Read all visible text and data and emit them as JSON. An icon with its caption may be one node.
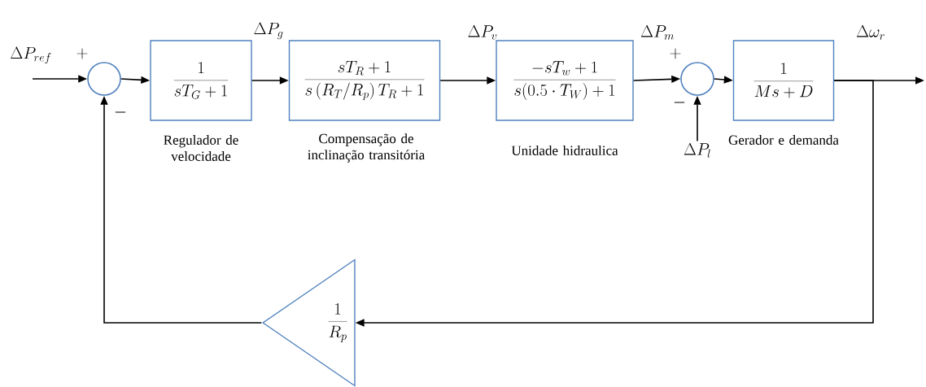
{
  "diagram": {
    "nodes": [
      {
        "text": [],
        "shape": "circle"
      },
      {
        "text": [
          "\\frac{1}{sT_G + 1}"
        ],
        "beside": [
          "Regulador de velocidade"
        ]
      },
      {
        "text": [
          "\\frac{sT_R + 1}{s\\left(R_T/R_p\\right)T_R + 1}"
        ],
        "beside": [
          "Compensação de inclinação transitória"
        ]
      },
      {
        "text": [
          "\\frac{-sT_w + 1}{s(0.5 \\cdot T_W) + 1}"
        ],
        "beside": [
          "Unidade hidraulica"
        ]
      },
      {
        "text": [],
        "shape": "circle"
      },
      {
        "text": [
          "\\Delta P_l"
        ]
      },
      {
        "text": [
          "\\frac{1}{Ms + D}"
        ],
        "beside": [
          "Gerador e demanda"
        ]
      },
      {
        "text": [
          "\\frac{1}{R_p}"
        ]
      }
    ],
    "edges": [
      {
        "from": null,
        "to": 0,
        "arrow": "to"
      },
      {
        "from": 0,
        "to": 1,
        "arrow": "to"
      },
      {
        "from": 1,
        "to": 2,
        "arrow": "to"
      },
      {
        "from": 2,
        "to": 3,
        "arrow": "to"
      },
      {
        "from": 3,
        "to": 4,
        "arrow": "to"
      },
      {
        "from": 5,
        "to": 4,
        "arrow": "to"
      },
      {
        "from": 4,
        "to": 6,
        "arrow": "to"
      },
      {
        "from": 6,
        "to": null,
        "arrow": "to"
      },
      {
        "from": 6,
        "to": 7,
        "arrow": "to"
      },
      {
        "from": 7,
        "to": 0,
        "arrow": "to"
      }
    ],
    "labels": [
      "\\Delta P_{ref}",
      "+",
      "-",
      "\\Delta P_g",
      "\\Delta P_v",
      "\\Delta P_m",
      "+",
      "-",
      "\\Delta\\omega_r"
    ]
  }
}
